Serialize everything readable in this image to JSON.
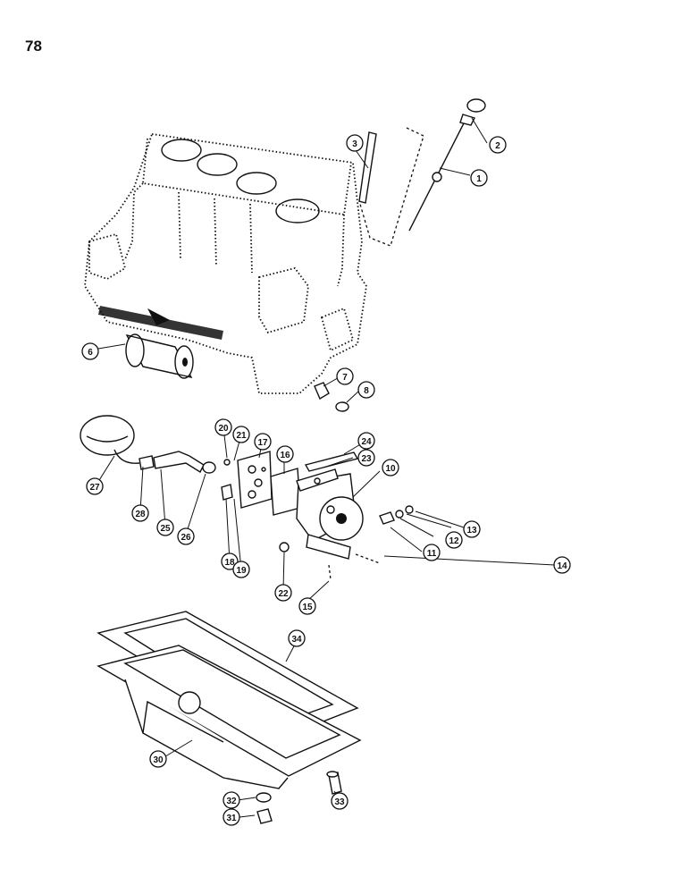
{
  "page": {
    "number": "78"
  },
  "callouts": [
    {
      "id": "c1",
      "label": "1"
    },
    {
      "id": "c2",
      "label": "2"
    },
    {
      "id": "c3",
      "label": "3"
    },
    {
      "id": "c6",
      "label": "6"
    },
    {
      "id": "c7",
      "label": "7"
    },
    {
      "id": "c8",
      "label": "8"
    },
    {
      "id": "c10",
      "label": "10"
    },
    {
      "id": "c11",
      "label": "11"
    },
    {
      "id": "c12",
      "label": "12"
    },
    {
      "id": "c13",
      "label": "13"
    },
    {
      "id": "c14",
      "label": "14"
    },
    {
      "id": "c15",
      "label": "15"
    },
    {
      "id": "c16",
      "label": "16"
    },
    {
      "id": "c17",
      "label": "17"
    },
    {
      "id": "c18",
      "label": "18"
    },
    {
      "id": "c19",
      "label": "19"
    },
    {
      "id": "c20",
      "label": "20"
    },
    {
      "id": "c21",
      "label": "21"
    },
    {
      "id": "c22",
      "label": "22"
    },
    {
      "id": "c23",
      "label": "23"
    },
    {
      "id": "c24",
      "label": "24"
    },
    {
      "id": "c25",
      "label": "25"
    },
    {
      "id": "c26",
      "label": "26"
    },
    {
      "id": "c27",
      "label": "27"
    },
    {
      "id": "c28",
      "label": "28"
    },
    {
      "id": "c30",
      "label": "30"
    },
    {
      "id": "c31",
      "label": "31"
    },
    {
      "id": "c32",
      "label": "32"
    },
    {
      "id": "c33",
      "label": "33"
    },
    {
      "id": "c34",
      "label": "34"
    }
  ]
}
